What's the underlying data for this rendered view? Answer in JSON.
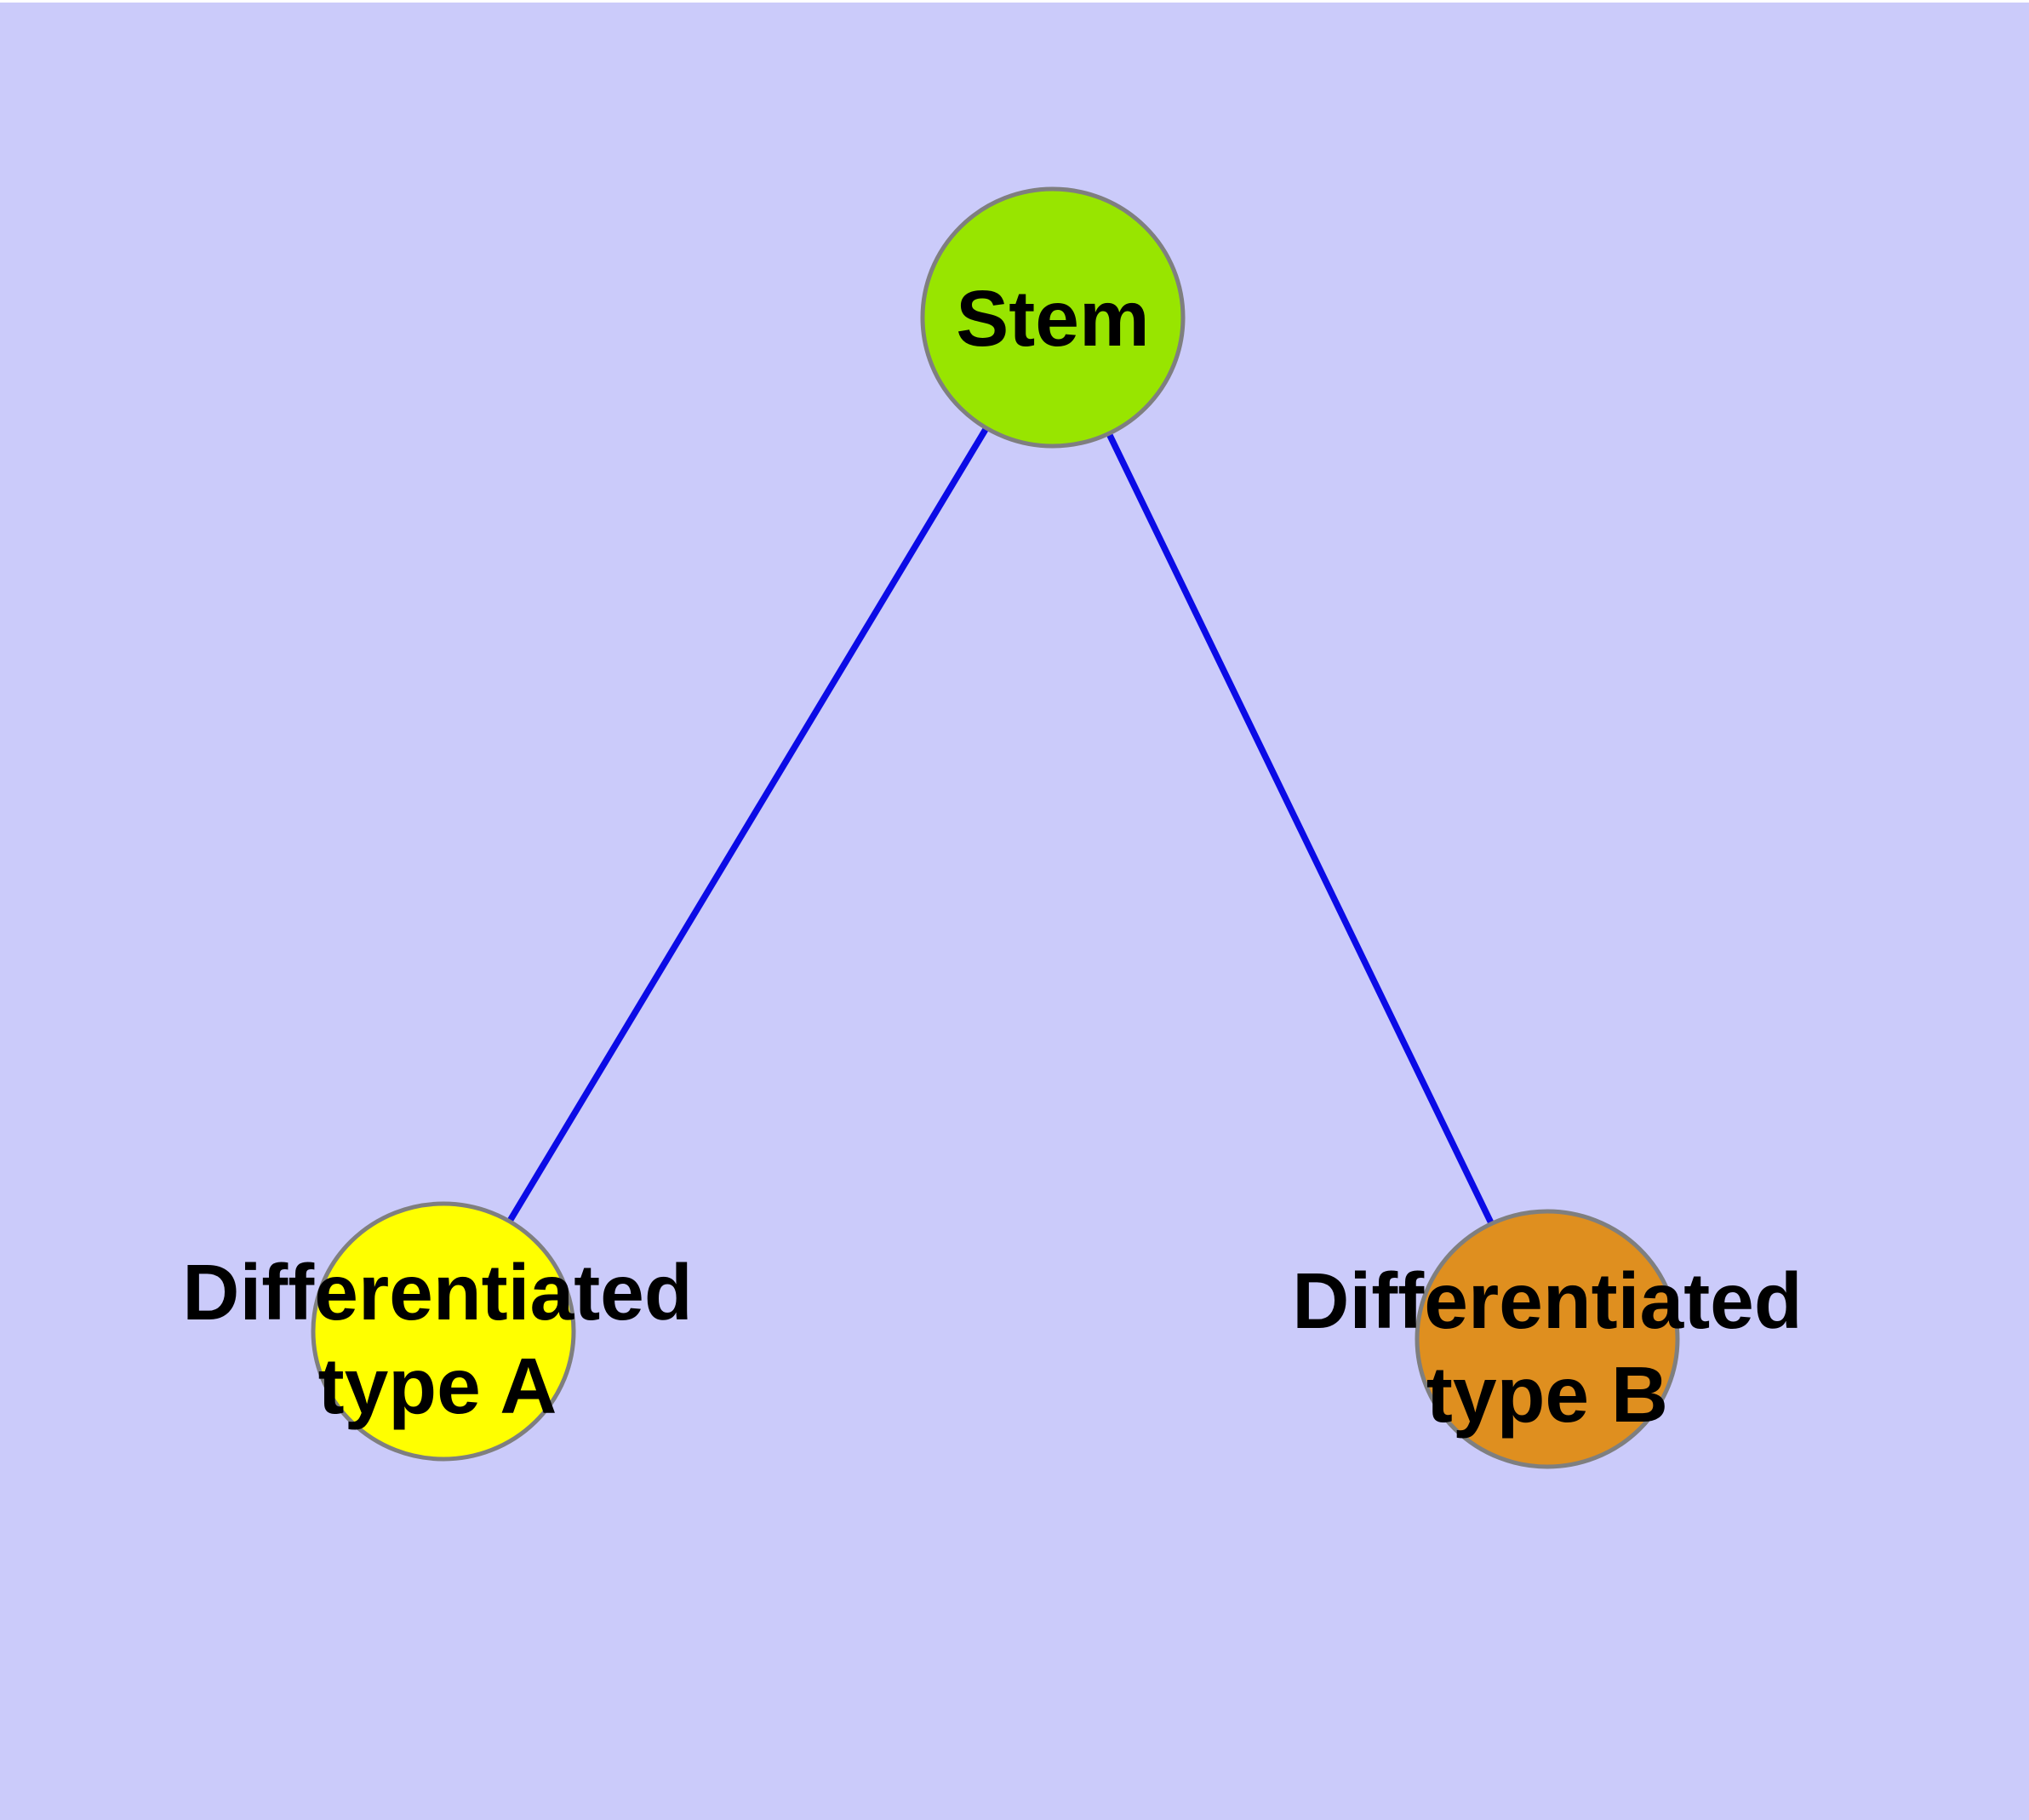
{
  "diagram": {
    "background_color": "#cbcbfa",
    "top_margin_color": "#ffffff",
    "edge_color": "#0b0be6",
    "node_border_color": "#7f7f7f",
    "label_color": "#000000",
    "nodes": [
      {
        "id": "stem",
        "label": "Stem",
        "color": "#98e500"
      },
      {
        "id": "differentiated-type-a",
        "label_line1": "Differentiated",
        "label_line2": "type A",
        "color": "#ffff00"
      },
      {
        "id": "differentiated-type-b",
        "label_line1": "Differentiated",
        "label_line2": "type B",
        "color": "#df8f1f"
      }
    ],
    "edges": [
      {
        "from": "Stem",
        "to": "Differentiated type A"
      },
      {
        "from": "Stem",
        "to": "Differentiated type B"
      }
    ]
  }
}
